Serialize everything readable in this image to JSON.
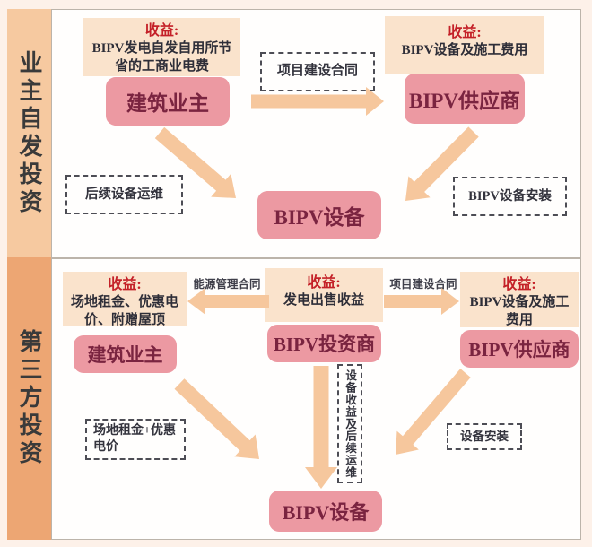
{
  "colors": {
    "background": "#fdf1e9",
    "sidebar_top": "#f6c9a0",
    "sidebar_bottom": "#eda673",
    "benefit_box": "#fae3cc",
    "benefit_title_red": "#c42128",
    "actor_pink": "#ec99a2",
    "actor_text": "#7a2440",
    "arrow_orange": "#f6c79d"
  },
  "s1": {
    "sidebar": "业主自发投资",
    "benefit_owner_title": "收益:",
    "benefit_owner_body": "BIPV发电自发自用所节省的工商业电费",
    "owner": "建筑业主",
    "contract": "项目建设合同",
    "benefit_supplier_title": "收益:",
    "benefit_supplier_body": "BIPV设备及施工费用",
    "supplier": "BIPV供应商",
    "maintenance_note": "后续设备运维",
    "install_note": "BIPV设备安装",
    "device": "BIPV设备"
  },
  "s2": {
    "sidebar": "第三方投资",
    "benefit_owner_title": "收益:",
    "benefit_owner_body": "场地租金、优惠电价、附赠屋顶",
    "energy_contract": "能源管理合同",
    "benefit_investor_title": "收益:",
    "benefit_investor_body": "发电出售收益",
    "build_contract": "项目建设合同",
    "benefit_supplier_title": "收益:",
    "benefit_supplier_body": "BIPV设备及施工费用",
    "owner": "建筑业主",
    "investor": "BIPV投资商",
    "supplier": "BIPV供应商",
    "rent_note": "场地租金+优惠电价",
    "device_note": "设备收益及后续运维",
    "install_note": "设备安装",
    "device": "BIPV设备"
  }
}
